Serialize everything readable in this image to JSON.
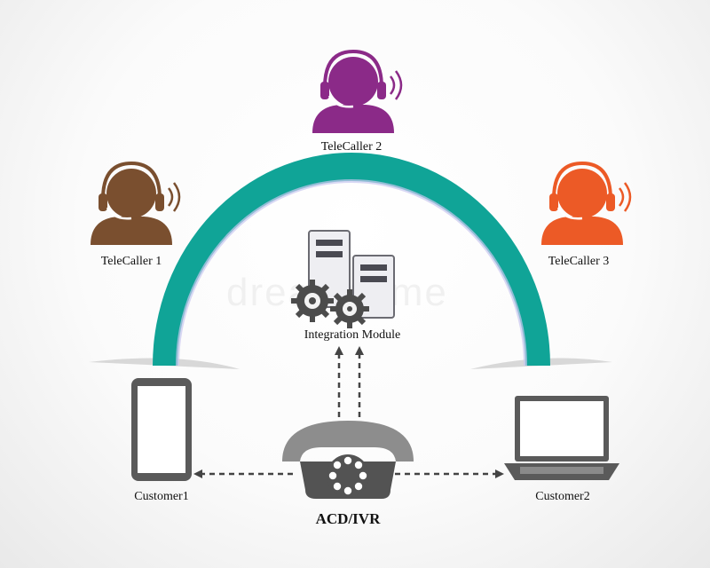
{
  "watermark": "dreamstime",
  "nodes": {
    "telecaller_1": {
      "label": "TeleCaller 1",
      "color": "#7a4f2f"
    },
    "telecaller_2": {
      "label": "TeleCaller 2",
      "color": "#8b2a88"
    },
    "telecaller_3": {
      "label": "TeleCaller 3",
      "color": "#ec5a26"
    },
    "integration": {
      "label": "Integration Module"
    },
    "customer_1": {
      "label": "Customer1",
      "icon": "smartphone-icon"
    },
    "customer_2": {
      "label": "Customer2",
      "icon": "laptop-icon"
    },
    "acd_ivr": {
      "label": "ACD/IVR",
      "icon": "rotary-phone-icon"
    }
  },
  "colors": {
    "arc": "#10a497",
    "device": "#5a5a5a",
    "dashed_line": "#444444"
  }
}
